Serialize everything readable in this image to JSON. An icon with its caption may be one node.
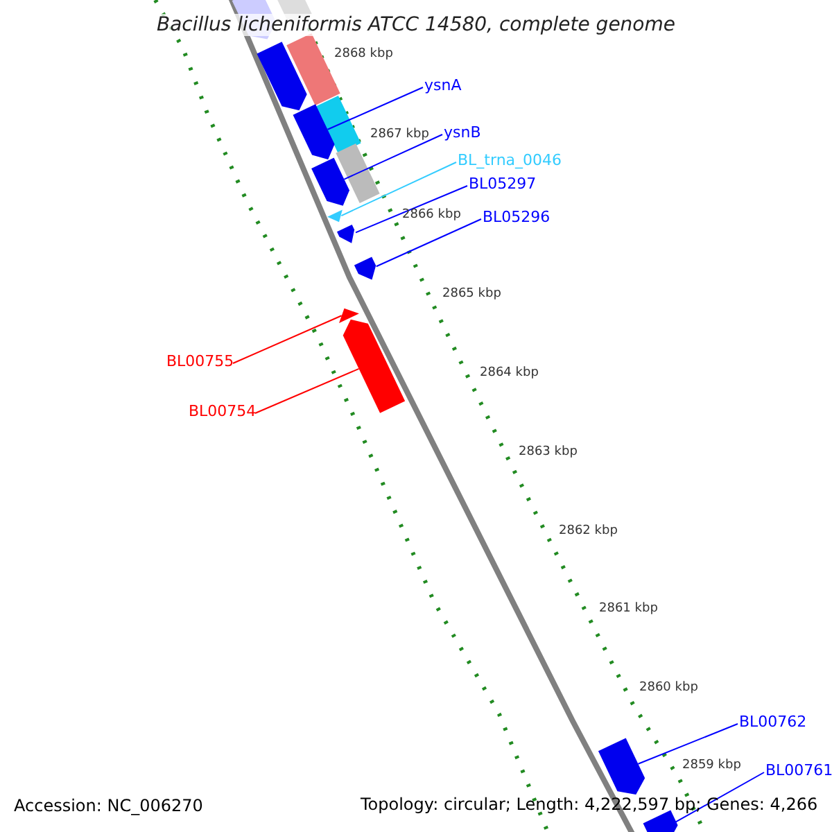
{
  "diagram": {
    "title": "Bacillus licheniformis ATCC 14580, complete genome",
    "nodes": [
      {
        "text": [
          "ysnA"
        ]
      },
      {
        "text": [
          "ysnB"
        ]
      },
      {
        "text": [
          "BL_trna_0046"
        ]
      },
      {
        "text": [
          "BL05297"
        ]
      },
      {
        "text": [
          "BL05296"
        ]
      },
      {
        "text": [
          "BL00755"
        ]
      },
      {
        "text": [
          "BL00754"
        ]
      },
      {
        "text": [
          "BL00762"
        ]
      },
      {
        "text": [
          "BL00761"
        ]
      },
      {
        "text": [],
        "shape": "bar"
      },
      {
        "text": [],
        "shape": "bar"
      },
      {
        "text": [],
        "shape": "bar"
      },
      {
        "text": [],
        "shape": "bar"
      },
      {
        "text": [],
        "shape": "bar"
      },
      {
        "text": [],
        "shape": "bar"
      },
      {
        "text": [],
        "shape": "bar"
      },
      {
        "text": [],
        "shape": "bar"
      },
      {
        "text": [],
        "shape": "bar"
      },
      {
        "text": [],
        "shape": "bar"
      },
      {
        "text": [],
        "shape": "bar"
      },
      {
        "text": [],
        "shape": "bar"
      },
      {
        "text": [],
        "shape": "bar"
      },
      {
        "text": [],
        "shape": "bar"
      },
      {
        "text": [],
        "shape": "bar"
      }
    ],
    "edges": [
      {
        "from": 0,
        "to": 14,
        "arrow": "none"
      },
      {
        "from": 1,
        "to": 16,
        "arrow": "none"
      },
      {
        "from": 2,
        "to": 17,
        "arrow": "none",
        "color": "#33ccff"
      },
      {
        "from": 3,
        "to": 18,
        "arrow": "none"
      },
      {
        "from": 4,
        "to": 19,
        "arrow": "none"
      },
      {
        "from": 5,
        "to": 20,
        "arrow": "none",
        "color": "#ff0000"
      },
      {
        "from": 6,
        "to": 21,
        "arrow": "none",
        "color": "#ff0000"
      },
      {
        "from": 7,
        "to": 22,
        "arrow": "none"
      },
      {
        "from": 8,
        "to": 23,
        "arrow": "none"
      }
    ],
    "labels": [
      "2868 kbp",
      "2867 kbp",
      "2866 kbp",
      "2865 kbp",
      "2864 kbp",
      "2863 kbp",
      "2862 kbp",
      "2861 kbp",
      "2860 kbp",
      "2859 kbp",
      "Accession: NC_006270",
      "Topology: circular; Length: 4,222,597 bp; Genes: 4,266"
    ]
  }
}
